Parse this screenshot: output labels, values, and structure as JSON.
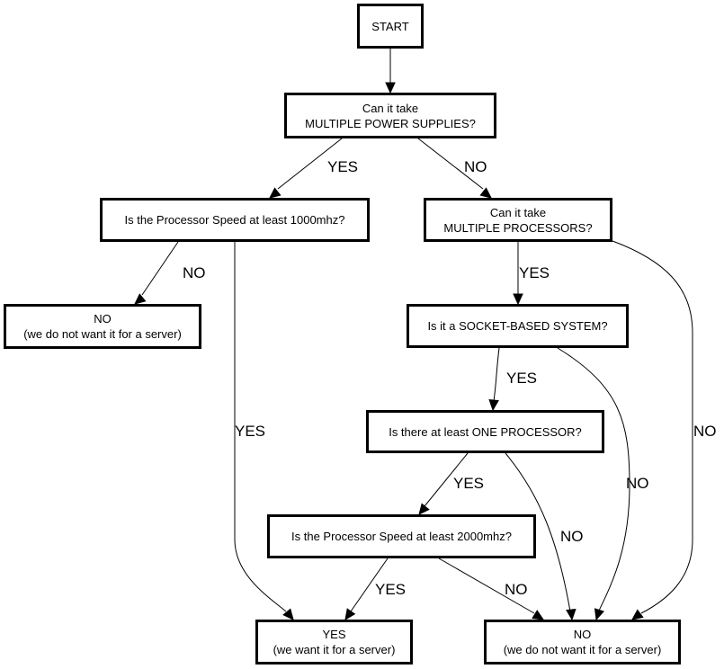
{
  "diagram": {
    "type": "flowchart",
    "nodes": {
      "start": {
        "lines": [
          "START"
        ]
      },
      "power": {
        "lines": [
          "Can it take",
          "MULTIPLE POWER SUPPLIES?"
        ]
      },
      "speed1000": {
        "lines": [
          "Is the Processor Speed at least 1000mhz?"
        ]
      },
      "multiproc": {
        "lines": [
          "Can it take",
          "MULTIPLE PROCESSORS?"
        ]
      },
      "no_left": {
        "lines": [
          "NO",
          "(we do not want it for a server)"
        ]
      },
      "socket": {
        "lines": [
          "Is it a SOCKET-BASED SYSTEM?"
        ]
      },
      "oneproc": {
        "lines": [
          "Is there at least ONE PROCESSOR?"
        ]
      },
      "speed2000": {
        "lines": [
          "Is the Processor Speed at least 2000mhz?"
        ]
      },
      "yes_final": {
        "lines": [
          "YES",
          "(we want it for a server)"
        ]
      },
      "no_final": {
        "lines": [
          "NO",
          "(we do not want it for a server)"
        ]
      }
    },
    "edges": [
      {
        "from": "start",
        "to": "power",
        "label": ""
      },
      {
        "from": "power",
        "to": "speed1000",
        "label": "YES"
      },
      {
        "from": "power",
        "to": "multiproc",
        "label": "NO"
      },
      {
        "from": "speed1000",
        "to": "no_left",
        "label": "NO"
      },
      {
        "from": "speed1000",
        "to": "yes_final",
        "label": "YES"
      },
      {
        "from": "multiproc",
        "to": "socket",
        "label": "YES"
      },
      {
        "from": "multiproc",
        "to": "no_final",
        "label": "NO"
      },
      {
        "from": "socket",
        "to": "oneproc",
        "label": "YES"
      },
      {
        "from": "socket",
        "to": "no_final",
        "label": "NO"
      },
      {
        "from": "oneproc",
        "to": "speed2000",
        "label": "YES"
      },
      {
        "from": "oneproc",
        "to": "no_final",
        "label": "NO"
      },
      {
        "from": "speed2000",
        "to": "yes_final",
        "label": "YES"
      },
      {
        "from": "speed2000",
        "to": "no_final",
        "label": "NO"
      }
    ]
  }
}
